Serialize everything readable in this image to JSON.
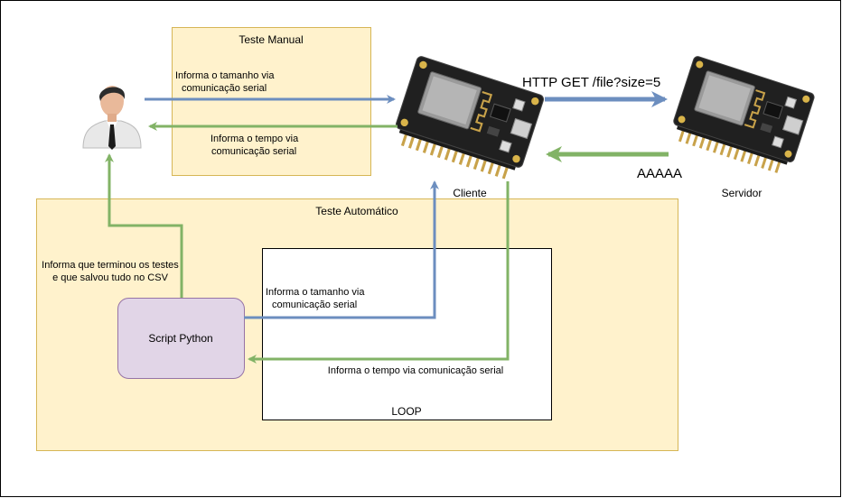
{
  "colors": {
    "blue_arrow": "#6c8ebf",
    "green_arrow": "#82b366",
    "test_box_fill": "#fff2cc",
    "test_box_stroke": "#d6b656",
    "script_fill": "#e1d5e7",
    "script_stroke": "#9673a6"
  },
  "manual_test": {
    "title": "Teste Manual",
    "send_size_line1": "Informa o tamanho via",
    "send_size_line2": "comunicação serial",
    "return_time_line1": "Informa o tempo via",
    "return_time_line2": "comunicação serial"
  },
  "http": {
    "request": "HTTP GET /file?size=5",
    "response": "AAAAA"
  },
  "devices": {
    "client": "Cliente",
    "server": "Servidor"
  },
  "automatic_test": {
    "title": "Teste Automático",
    "done_line1": "Informa que terminou os testes",
    "done_line2": "e que salvou tudo no CSV",
    "script": "Script Python",
    "loop": "LOOP",
    "send_size_line1": "Informa o tamanho via",
    "send_size_line2": "comunicação serial",
    "return_time": "Informa o tempo via comunicação serial"
  },
  "icons": {
    "user": "user-icon",
    "board": "esp8266-board-icon"
  }
}
